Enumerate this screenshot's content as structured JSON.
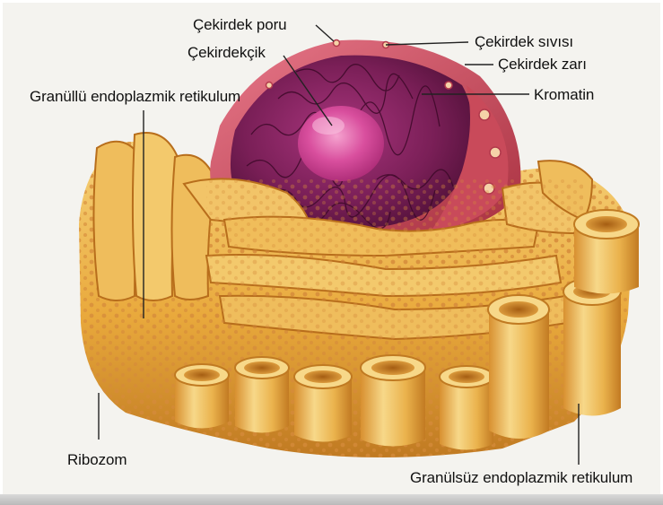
{
  "figure": {
    "labels": {
      "nuclear_pore": "Çekirdek poru",
      "nucleolus": "Çekirdekçik",
      "nucleoplasm": "Çekirdek sıvısı",
      "nuclear_envelope": "Çekirdek zarı",
      "chromatin": "Kromatin",
      "rough_er": "Granüllü endoplazmik retikulum",
      "ribosome": "Ribozom",
      "smooth_er": "Granülsüz endoplazmik retikulum"
    },
    "colors": {
      "nucleus": "#7a1f57",
      "nucleolus": "#d94f9e",
      "envelope_rim": "#c94a5a",
      "er_light": "#f6d27a",
      "er_mid": "#e9a93c",
      "er_dark": "#b86e1c",
      "ribosome_dot": "#d58a3a",
      "leader_line": "#222222"
    }
  }
}
